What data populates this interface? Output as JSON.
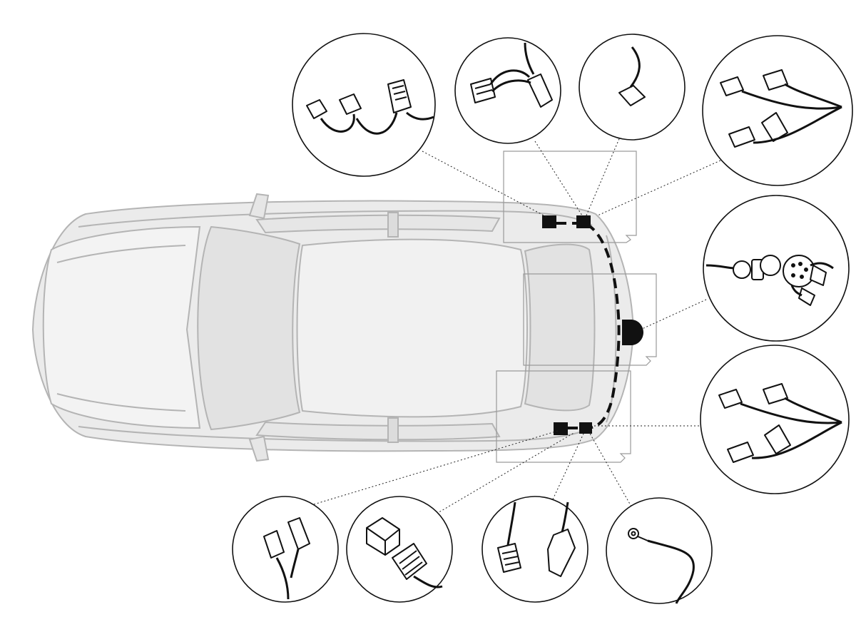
{
  "diagram": {
    "subject": "car-top-view-towbar-wiring",
    "colors": {
      "car_fill": "#ebebeb",
      "car_stroke": "#b4b4b4",
      "harness": "#111111",
      "callout_line": "#222222",
      "detail_circle_stroke": "#111111",
      "detail_box_stroke": "#9a9a9a"
    },
    "connection_points": [
      {
        "id": "cp-upper-left",
        "kind": "connector"
      },
      {
        "id": "cp-upper-right",
        "kind": "connector"
      },
      {
        "id": "cp-socket",
        "kind": "towbar-socket"
      },
      {
        "id": "cp-lower-left",
        "kind": "connector"
      },
      {
        "id": "cp-lower-right",
        "kind": "connector"
      }
    ],
    "detail_callouts": [
      {
        "id": "d1",
        "icon": "tail-light-connector-trio-icon",
        "target": "cp-upper-left"
      },
      {
        "id": "d2",
        "icon": "plug-pair-icon",
        "target": "cp-upper-right"
      },
      {
        "id": "d3",
        "icon": "single-plug-icon",
        "target": "cp-upper-right"
      },
      {
        "id": "d4",
        "icon": "harness-branch-icon",
        "target": "cp-upper-right"
      },
      {
        "id": "d5",
        "icon": "thirteen-pin-socket-icon",
        "target": "cp-socket"
      },
      {
        "id": "d6",
        "icon": "harness-branch-icon",
        "target": "cp-lower-right"
      },
      {
        "id": "d7",
        "icon": "single-plug-icon",
        "target": "cp-lower-left"
      },
      {
        "id": "d8",
        "icon": "multi-pin-connector-icon",
        "target": "cp-lower-left"
      },
      {
        "id": "d9",
        "icon": "plug-pair-icon",
        "target": "cp-lower-right"
      },
      {
        "id": "d10",
        "icon": "ground-ring-terminal-icon",
        "target": "cp-lower-right"
      }
    ]
  }
}
